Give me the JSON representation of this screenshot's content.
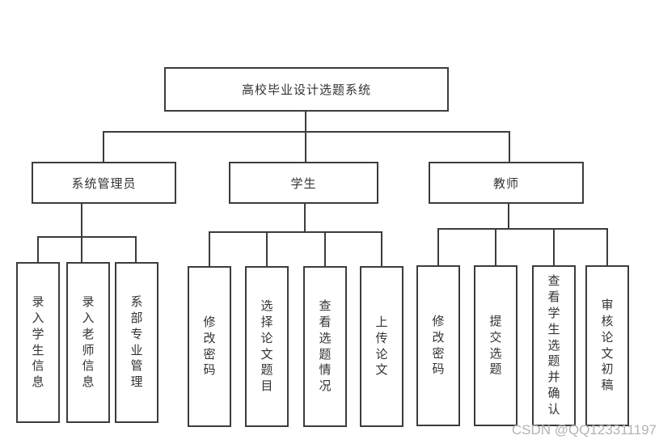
{
  "diagram": {
    "root": {
      "label": "高校毕业设计选题系统"
    },
    "branches": [
      {
        "label": "系统管理员",
        "children": [
          "录入学生信息",
          "录入老师信息",
          "系部专业管理"
        ]
      },
      {
        "label": "学生",
        "children": [
          "修改密码",
          "选择论文题目",
          "查看选题情况",
          "上传论文"
        ]
      },
      {
        "label": "教师",
        "children": [
          "修改密码",
          "提交选题",
          "查看学生选题并确认",
          "审核论文初稿"
        ]
      }
    ],
    "watermark": "CSDN @QQ123311197",
    "colors": {
      "line": "#3c3c3c",
      "text": "#333333",
      "watermark": "#b3b3b3",
      "background": "#ffffff"
    }
  }
}
